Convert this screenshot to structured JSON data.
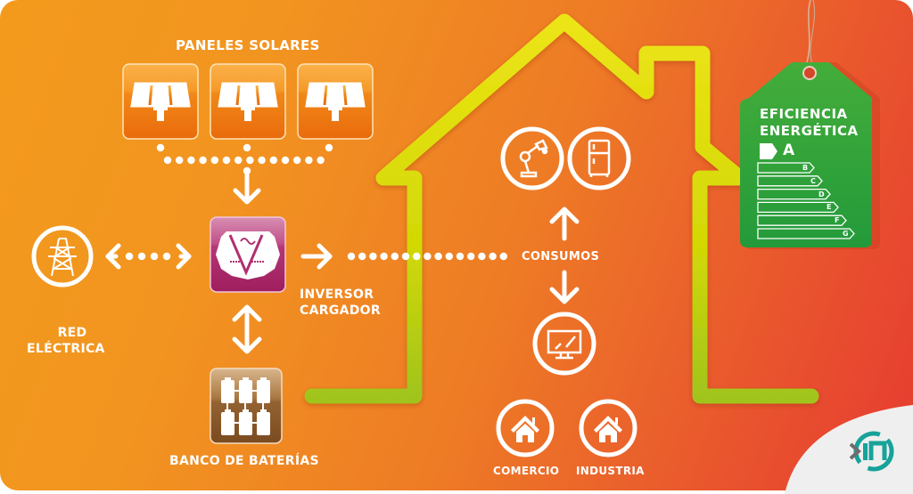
{
  "title": "Autoconsumo solar con baterías y eficiencia energética",
  "colors": {
    "background_start": "#f39a1c",
    "background_end": "#e63b31",
    "house_outline": "#e2e00a",
    "grid_line": "#9cc41b",
    "solar_tile": "#ef7a10",
    "inverter_tile": "#b0306e",
    "battery_tile": "#8a5a2b",
    "tag_green": "#3aa235",
    "logo_teal": "#17a29a",
    "logo_gray": "#6d6d6d"
  },
  "labels": {
    "solar_panels": "PANELES SOLARES",
    "grid_line1": "RED",
    "grid_line2": "ELÉCTRICA",
    "inverter_line1": "INVERSOR",
    "inverter_line2": "CARGADOR",
    "battery_bank": "BANCO DE BATERÍAS",
    "consumption": "CONSUMOS",
    "commerce": "COMERCIO",
    "industry": "INDUSTRIA"
  },
  "nodes": [
    {
      "id": "solar-panel-1",
      "icon": "solar-panel-icon"
    },
    {
      "id": "solar-panel-2",
      "icon": "solar-panel-icon"
    },
    {
      "id": "solar-panel-3",
      "icon": "solar-panel-icon"
    },
    {
      "id": "inverter",
      "icon": "inverter-icon"
    },
    {
      "id": "battery-bank",
      "icon": "battery-bank-icon"
    },
    {
      "id": "power-grid",
      "icon": "transmission-tower-icon"
    },
    {
      "id": "lamp",
      "icon": "desk-lamp-icon"
    },
    {
      "id": "fridge",
      "icon": "fridge-icon"
    },
    {
      "id": "tv",
      "icon": "monitor-icon"
    },
    {
      "id": "commerce",
      "icon": "house-icon"
    },
    {
      "id": "industry",
      "icon": "house-icon"
    }
  ],
  "energy_tag": {
    "title_line1": "EFICIENCIA",
    "title_line2": "ENERGÉTICA",
    "rating": "A",
    "classes": [
      "B",
      "C",
      "D",
      "E",
      "F",
      "G"
    ]
  },
  "logo": {
    "name": "brand-logo"
  }
}
